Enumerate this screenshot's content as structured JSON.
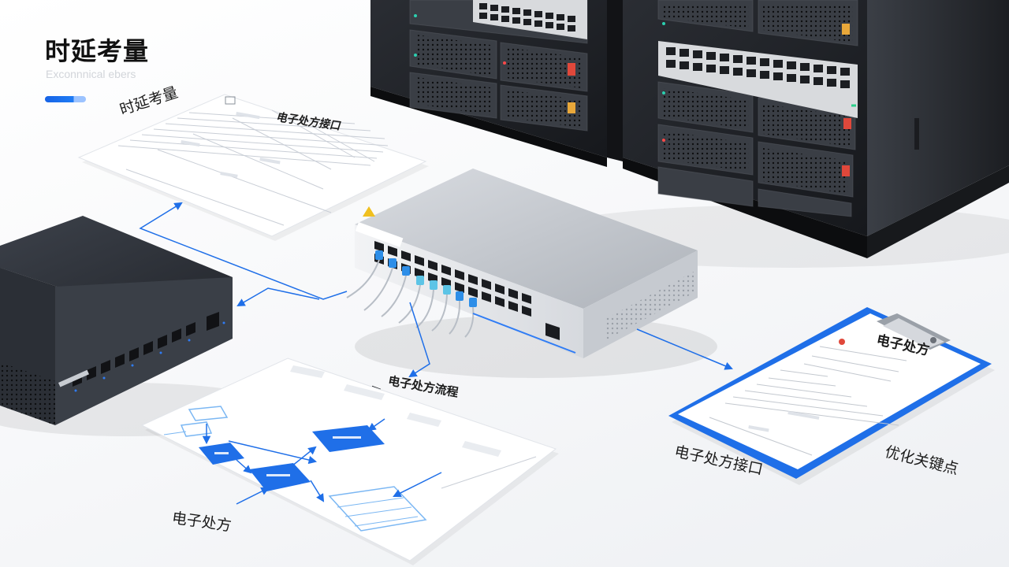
{
  "slide": {
    "title": "时延考量",
    "subtitle": "Exconnnical ebers",
    "accent_color": "#1f6fe8"
  },
  "labels": {
    "sheet_caption": "时延考量",
    "sheet_heading": "电子处方接口",
    "flow_heading": "电子处方流程",
    "flow_caption": "电子处方",
    "clipboard_heading": "电子处方",
    "interface_caption": "电子处方接口",
    "optimize_caption": "优化关键点"
  },
  "icons": {
    "server_rack": "server-rack-icon",
    "switch": "network-switch-icon",
    "clipboard": "clipboard-icon",
    "document": "document-icon",
    "flowchart": "flowchart-icon"
  }
}
